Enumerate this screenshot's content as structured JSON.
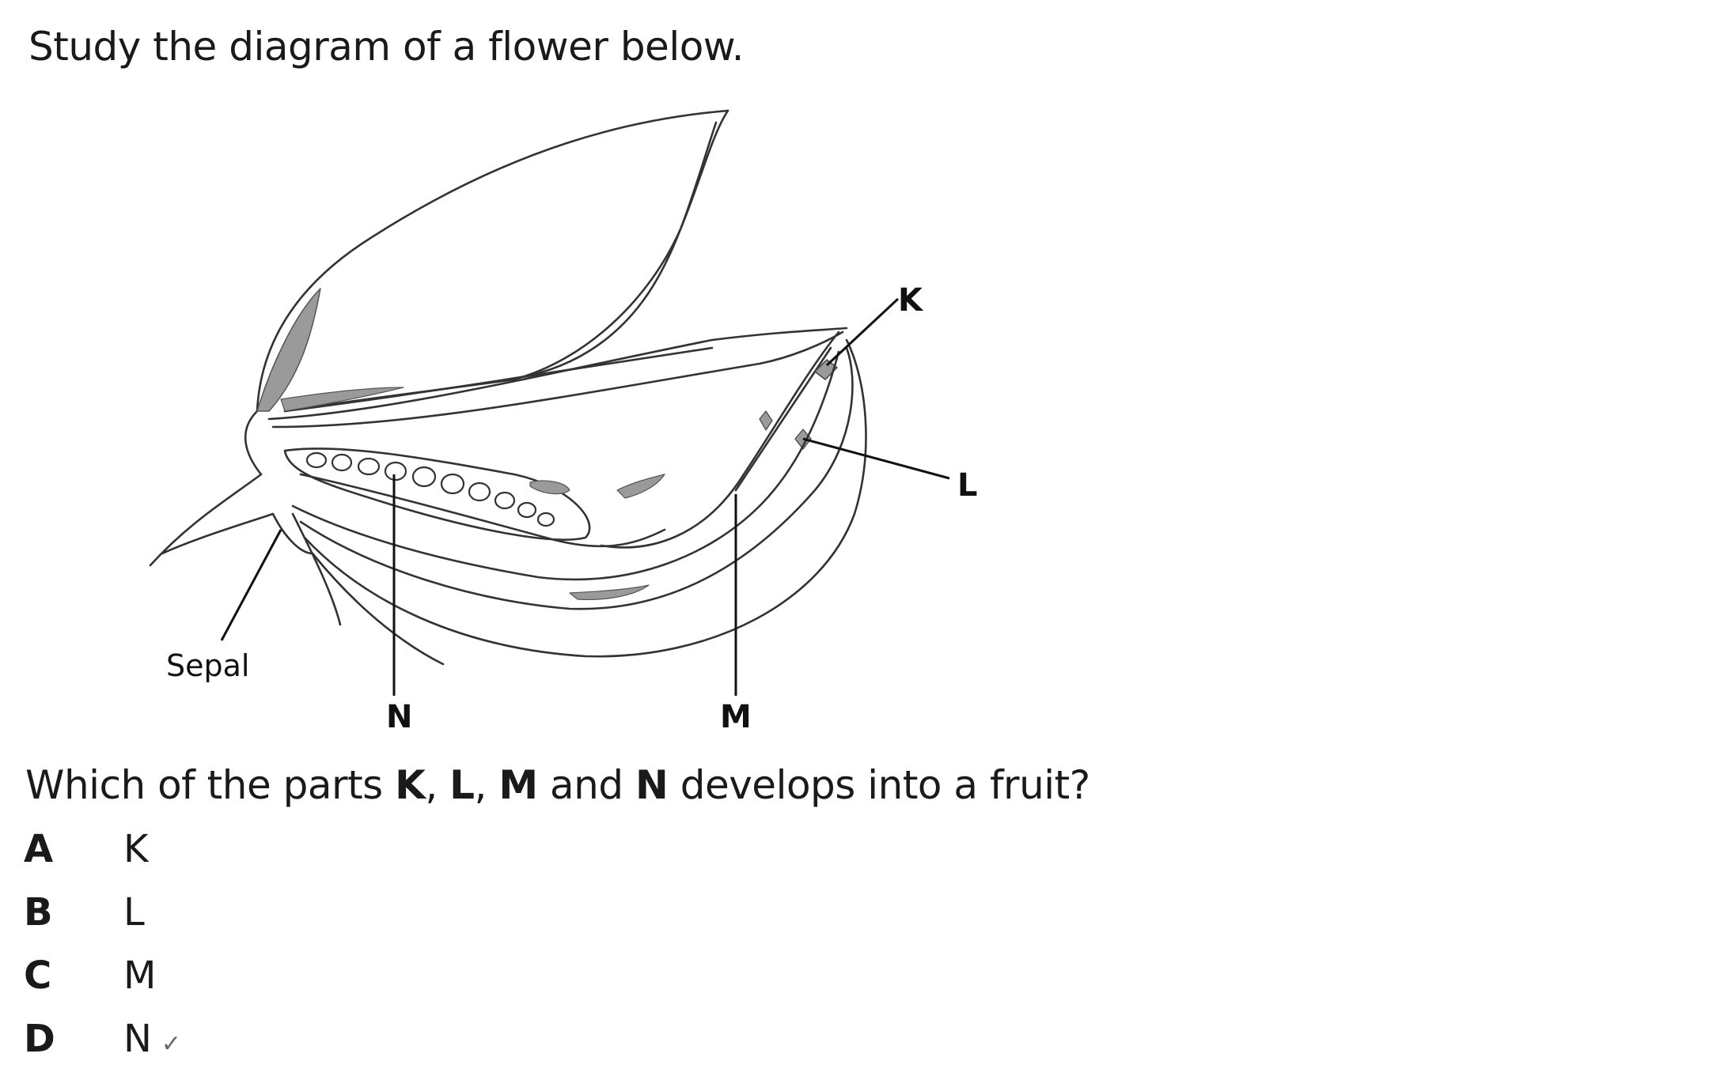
{
  "intro": "Study the diagram of a flower below.",
  "diagram": {
    "labels": {
      "K": "K",
      "L": "L",
      "M": "M",
      "N": "N",
      "sepal": "Sepal"
    }
  },
  "question": {
    "prefix": "Which of the parts ",
    "k": "K",
    "sep1": ", ",
    "l": "L",
    "sep2": ", ",
    "m": "M",
    "and": " and ",
    "n": "N",
    "suffix": " develops into a fruit?"
  },
  "options": [
    {
      "letter": "A",
      "text": "K"
    },
    {
      "letter": "B",
      "text": "L"
    },
    {
      "letter": "C",
      "text": "M"
    },
    {
      "letter": "D",
      "text": "N"
    }
  ],
  "colors": {
    "ink": "#1a1a1a",
    "line": "#333333",
    "shade": "#9a9a9a"
  }
}
